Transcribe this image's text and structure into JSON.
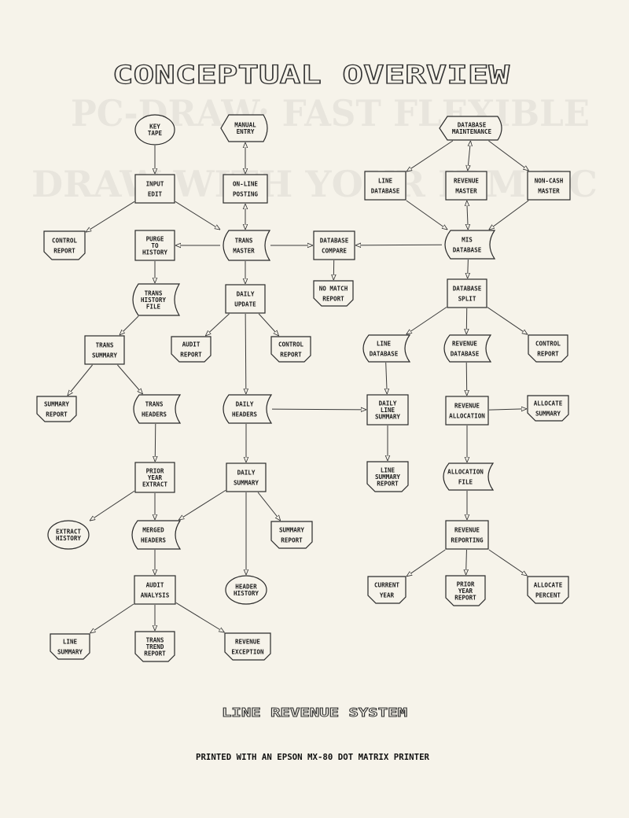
{
  "title": "CONCEPTUAL OVERVIEW",
  "subtitle": "LINE REVENUE SYSTEM",
  "footer": "PRINTED WITH AN EPSON MX-80 DOT MATRIX PRINTER",
  "show_through": [
    "PC-DRAW:   FAST FLEXIBLE",
    "DRAW WITH YOUR IBM-PC"
  ],
  "nodes": [
    {
      "id": "key_tape",
      "shape": "terminal",
      "lines": [
        "KEY",
        "TAPE"
      ]
    },
    {
      "id": "manual_entry",
      "shape": "manual",
      "lines": [
        "MANUAL",
        "ENTRY"
      ]
    },
    {
      "id": "input_edit",
      "shape": "process",
      "lines": [
        "INPUT",
        "EDIT"
      ]
    },
    {
      "id": "online_posting",
      "shape": "process",
      "lines": [
        "ON-LINE",
        "POSTING"
      ]
    },
    {
      "id": "db_maint",
      "shape": "manual",
      "lines": [
        "DATABASE",
        "MAINTENANCE"
      ]
    },
    {
      "id": "line_db_top",
      "shape": "process",
      "lines": [
        "LINE",
        "DATABASE"
      ]
    },
    {
      "id": "revenue_master",
      "shape": "process",
      "lines": [
        "REVENUE",
        "MASTER"
      ]
    },
    {
      "id": "noncash_master",
      "shape": "process",
      "lines": [
        "NON-CASH",
        "MASTER"
      ]
    },
    {
      "id": "control_report1",
      "shape": "document",
      "lines": [
        "CONTROL",
        "REPORT"
      ]
    },
    {
      "id": "purge",
      "shape": "process",
      "lines": [
        "PURGE",
        "TO",
        "HISTORY"
      ]
    },
    {
      "id": "trans_master",
      "shape": "storage",
      "lines": [
        "TRANS",
        "MASTER"
      ]
    },
    {
      "id": "db_compare",
      "shape": "process",
      "lines": [
        "DATABASE",
        "COMPARE"
      ]
    },
    {
      "id": "mis_db",
      "shape": "storage",
      "lines": [
        "MIS",
        "DATABASE"
      ]
    },
    {
      "id": "trans_history",
      "shape": "storage",
      "lines": [
        "TRANS",
        "HISTORY",
        "FILE"
      ]
    },
    {
      "id": "daily_update",
      "shape": "process",
      "lines": [
        "DAILY",
        "UPDATE"
      ]
    },
    {
      "id": "no_match",
      "shape": "document",
      "lines": [
        "NO MATCH",
        "REPORT"
      ]
    },
    {
      "id": "db_split",
      "shape": "process",
      "lines": [
        "DATABASE",
        "SPLIT"
      ]
    },
    {
      "id": "trans_summary",
      "shape": "process",
      "lines": [
        "TRANS",
        "SUMMARY"
      ]
    },
    {
      "id": "audit_report",
      "shape": "document",
      "lines": [
        "AUDIT",
        "REPORT"
      ]
    },
    {
      "id": "control_report2",
      "shape": "document",
      "lines": [
        "CONTROL",
        "REPORT"
      ]
    },
    {
      "id": "line_db2",
      "shape": "storage",
      "lines": [
        "LINE",
        "DATABASE"
      ]
    },
    {
      "id": "revenue_db2",
      "shape": "storage",
      "lines": [
        "REVENUE",
        "DATABASE"
      ]
    },
    {
      "id": "control_report3",
      "shape": "document",
      "lines": [
        "CONTROL",
        "REPORT"
      ]
    },
    {
      "id": "summary_report1",
      "shape": "document",
      "lines": [
        "SUMMARY",
        "REPORT"
      ]
    },
    {
      "id": "trans_headers",
      "shape": "storage",
      "lines": [
        "TRANS",
        "HEADERS"
      ]
    },
    {
      "id": "daily_headers",
      "shape": "storage",
      "lines": [
        "DAILY",
        "HEADERS"
      ]
    },
    {
      "id": "daily_line_summary",
      "shape": "process",
      "lines": [
        "DAILY",
        "LINE",
        "SUMMARY"
      ]
    },
    {
      "id": "revenue_allocation",
      "shape": "process",
      "lines": [
        "REVENUE",
        "ALLOCATION"
      ]
    },
    {
      "id": "allocate_summary",
      "shape": "document",
      "lines": [
        "ALLOCATE",
        "SUMMARY"
      ]
    },
    {
      "id": "prior_year_extract",
      "shape": "process",
      "lines": [
        "PRIOR",
        "YEAR",
        "EXTRACT"
      ]
    },
    {
      "id": "daily_summary",
      "shape": "process",
      "lines": [
        "DAILY",
        "SUMMARY"
      ]
    },
    {
      "id": "line_summary_report",
      "shape": "document",
      "lines": [
        "LINE",
        "SUMMARY",
        "REPORT"
      ]
    },
    {
      "id": "allocation_file",
      "shape": "storage",
      "lines": [
        "ALLOCATION",
        "FILE"
      ]
    },
    {
      "id": "extract_history",
      "shape": "terminal",
      "lines": [
        "EXTRACT",
        "HISTORY"
      ]
    },
    {
      "id": "merged_headers",
      "shape": "storage",
      "lines": [
        "MERGED",
        "HEADERS"
      ]
    },
    {
      "id": "summary_report2",
      "shape": "document",
      "lines": [
        "SUMMARY",
        "REPORT"
      ]
    },
    {
      "id": "revenue_reporting",
      "shape": "process",
      "lines": [
        "REVENUE",
        "REPORTING"
      ]
    },
    {
      "id": "audit_analysis",
      "shape": "process",
      "lines": [
        "AUDIT",
        "ANALYSIS"
      ]
    },
    {
      "id": "header_history",
      "shape": "terminal",
      "lines": [
        "HEADER",
        "HISTORY"
      ]
    },
    {
      "id": "current_year",
      "shape": "document",
      "lines": [
        "CURRENT",
        "YEAR"
      ]
    },
    {
      "id": "prior_year_report",
      "shape": "document",
      "lines": [
        "PRIOR",
        "YEAR",
        "REPORT"
      ]
    },
    {
      "id": "allocate_percent",
      "shape": "document",
      "lines": [
        "ALLOCATE",
        "PERCENT"
      ]
    },
    {
      "id": "line_summary",
      "shape": "document",
      "lines": [
        "LINE",
        "SUMMARY"
      ]
    },
    {
      "id": "trans_trend",
      "shape": "document",
      "lines": [
        "TRANS",
        "TREND",
        "REPORT"
      ]
    },
    {
      "id": "revenue_exception",
      "shape": "document",
      "lines": [
        "REVENUE",
        "EXCEPTION"
      ]
    }
  ],
  "edges": [
    [
      "key_tape",
      "input_edit"
    ],
    [
      "manual_entry",
      "online_posting",
      "both"
    ],
    [
      "input_edit",
      "control_report1"
    ],
    [
      "input_edit",
      "trans_master"
    ],
    [
      "online_posting",
      "trans_master",
      "both"
    ],
    [
      "trans_master",
      "purge"
    ],
    [
      "trans_master",
      "db_compare"
    ],
    [
      "mis_db",
      "db_compare"
    ],
    [
      "db_maint",
      "line_db_top"
    ],
    [
      "db_maint",
      "revenue_master",
      "both"
    ],
    [
      "db_maint",
      "noncash_master"
    ],
    [
      "line_db_top",
      "mis_db"
    ],
    [
      "revenue_master",
      "mis_db",
      "both"
    ],
    [
      "noncash_master",
      "mis_db"
    ],
    [
      "purge",
      "trans_history"
    ],
    [
      "trans_master",
      "daily_update"
    ],
    [
      "db_compare",
      "no_match"
    ],
    [
      "mis_db",
      "db_split"
    ],
    [
      "trans_history",
      "trans_summary"
    ],
    [
      "daily_update",
      "audit_report"
    ],
    [
      "daily_update",
      "control_report2"
    ],
    [
      "daily_update",
      "daily_headers"
    ],
    [
      "db_split",
      "line_db2"
    ],
    [
      "db_split",
      "revenue_db2"
    ],
    [
      "db_split",
      "control_report3"
    ],
    [
      "trans_summary",
      "summary_report1"
    ],
    [
      "trans_summary",
      "trans_headers"
    ],
    [
      "daily_headers",
      "daily_line_summary"
    ],
    [
      "line_db2",
      "daily_line_summary"
    ],
    [
      "revenue_db2",
      "revenue_allocation"
    ],
    [
      "revenue_allocation",
      "allocate_summary"
    ],
    [
      "trans_headers",
      "prior_year_extract"
    ],
    [
      "daily_headers",
      "daily_summary"
    ],
    [
      "daily_line_summary",
      "line_summary_report"
    ],
    [
      "revenue_allocation",
      "allocation_file"
    ],
    [
      "prior_year_extract",
      "extract_history"
    ],
    [
      "prior_year_extract",
      "merged_headers"
    ],
    [
      "daily_summary",
      "merged_headers"
    ],
    [
      "daily_summary",
      "summary_report2"
    ],
    [
      "daily_summary",
      "header_history"
    ],
    [
      "allocation_file",
      "revenue_reporting"
    ],
    [
      "merged_headers",
      "audit_analysis"
    ],
    [
      "revenue_reporting",
      "current_year"
    ],
    [
      "revenue_reporting",
      "prior_year_report"
    ],
    [
      "revenue_reporting",
      "allocate_percent"
    ],
    [
      "audit_analysis",
      "line_summary"
    ],
    [
      "audit_analysis",
      "trans_trend"
    ],
    [
      "audit_analysis",
      "revenue_exception"
    ]
  ]
}
